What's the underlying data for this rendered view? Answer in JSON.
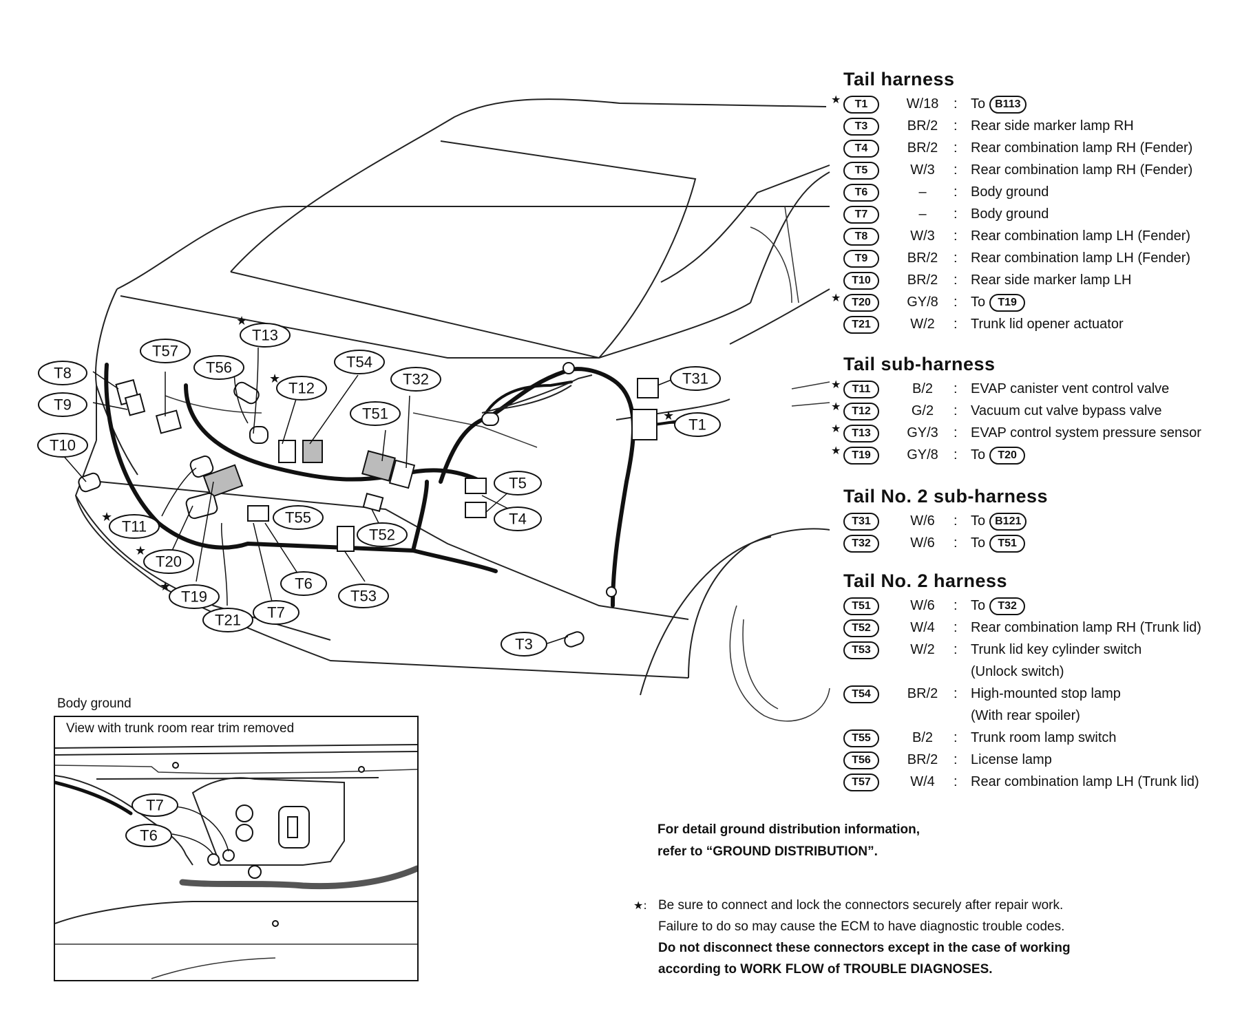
{
  "main_diagram": {
    "callouts": [
      "T1",
      "T3",
      "T4",
      "T5",
      "T6",
      "T7",
      "T8",
      "T9",
      "T10",
      "T11",
      "T12",
      "T13",
      "T19",
      "T20",
      "T21",
      "T31",
      "T32",
      "T51",
      "T52",
      "T53",
      "T54",
      "T55",
      "T56",
      "T57"
    ]
  },
  "tail_harness": {
    "title": "Tail harness",
    "rows": [
      {
        "id": "T1",
        "wire": "W/18",
        "desc": "To",
        "ref": "B113",
        "star": true
      },
      {
        "id": "T3",
        "wire": "BR/2",
        "desc": "Rear side marker lamp RH"
      },
      {
        "id": "T4",
        "wire": "BR/2",
        "desc": "Rear combination lamp RH (Fender)"
      },
      {
        "id": "T5",
        "wire": "W/3",
        "desc": "Rear combination lamp RH (Fender)"
      },
      {
        "id": "T6",
        "wire": "–",
        "desc": "Body ground"
      },
      {
        "id": "T7",
        "wire": "–",
        "desc": "Body ground"
      },
      {
        "id": "T8",
        "wire": "W/3",
        "desc": "Rear combination lamp LH (Fender)"
      },
      {
        "id": "T9",
        "wire": "BR/2",
        "desc": "Rear combination lamp LH (Fender)"
      },
      {
        "id": "T10",
        "wire": "BR/2",
        "desc": "Rear side marker lamp LH"
      },
      {
        "id": "T20",
        "wire": "GY/8",
        "desc": "To",
        "ref": "T19",
        "star": true
      },
      {
        "id": "T21",
        "wire": "W/2",
        "desc": "Trunk lid opener actuator"
      }
    ]
  },
  "tail_sub_harness": {
    "title": "Tail sub-harness",
    "rows": [
      {
        "id": "T11",
        "wire": "B/2",
        "desc": "EVAP canister vent control valve",
        "star": true
      },
      {
        "id": "T12",
        "wire": "G/2",
        "desc": "Vacuum cut valve bypass valve",
        "star": true
      },
      {
        "id": "T13",
        "wire": "GY/3",
        "desc": "EVAP control system pressure sensor",
        "star": true
      },
      {
        "id": "T19",
        "wire": "GY/8",
        "desc": "To",
        "ref": "T20",
        "star": true
      }
    ]
  },
  "tail_no2_sub_harness": {
    "title": "Tail No. 2 sub-harness",
    "rows": [
      {
        "id": "T31",
        "wire": "W/6",
        "desc": "To",
        "ref": "B121"
      },
      {
        "id": "T32",
        "wire": "W/6",
        "desc": "To",
        "ref": "T51"
      }
    ]
  },
  "tail_no2_harness": {
    "title": "Tail No. 2 harness",
    "rows": [
      {
        "id": "T51",
        "wire": "W/6",
        "desc": "To",
        "ref": "T32"
      },
      {
        "id": "T52",
        "wire": "W/4",
        "desc": "Rear combination lamp RH (Trunk lid)"
      },
      {
        "id": "T53",
        "wire": "W/2",
        "desc": "Trunk lid key cylinder switch",
        "desc2": "(Unlock switch)"
      },
      {
        "id": "T54",
        "wire": "BR/2",
        "desc": "High-mounted stop lamp",
        "desc2": "(With rear spoiler)"
      },
      {
        "id": "T55",
        "wire": "B/2",
        "desc": "Trunk room lamp switch"
      },
      {
        "id": "T56",
        "wire": "BR/2",
        "desc": "License lamp"
      },
      {
        "id": "T57",
        "wire": "W/4",
        "desc": "Rear combination lamp LH (Trunk lid)"
      }
    ]
  },
  "inset": {
    "label": "Body ground",
    "title": "View with trunk room rear trim removed",
    "callouts": [
      "T7",
      "T6"
    ]
  },
  "notes": {
    "ground_line1": "For detail ground distribution information,",
    "ground_line2": "refer to “GROUND DISTRIBUTION”.",
    "star_symbol": "★:",
    "star_line1": "Be sure to connect and lock the connectors securely after repair work.",
    "star_line2": "Failure to do so may cause the ECM to have diagnostic trouble codes.",
    "star_line3": "Do not disconnect these connectors except in the case of working",
    "star_line4": "according to WORK FLOW of TROUBLE DIAGNOSES."
  }
}
